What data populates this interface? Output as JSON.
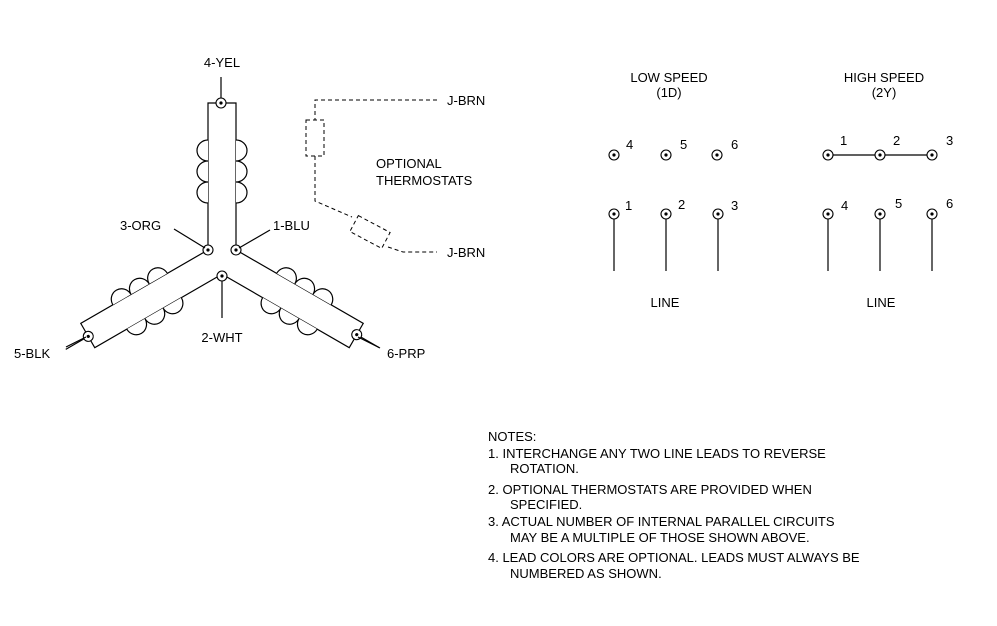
{
  "motor": {
    "leads": {
      "lead4": "4-YEL",
      "lead3": "3-ORG",
      "lead1": "1-BLU",
      "lead2": "2-WHT",
      "lead5": "5-BLK",
      "lead6": "6-PRP"
    },
    "thermostat": {
      "lead_top": "J-BRN",
      "lead_bottom": "J-BRN",
      "label_line1": "OPTIONAL",
      "label_line2": "THERMOSTATS"
    }
  },
  "low_speed": {
    "title": "LOW SPEED",
    "subtitle": "(1D)",
    "top_row": [
      "4",
      "5",
      "6"
    ],
    "bottom_row": [
      "1",
      "2",
      "3"
    ],
    "line_label": "LINE"
  },
  "high_speed": {
    "title": "HIGH SPEED",
    "subtitle": "(2Y)",
    "top_row": [
      "1",
      "2",
      "3"
    ],
    "bottom_row": [
      "4",
      "5",
      "6"
    ],
    "line_label": "LINE"
  },
  "notes": {
    "heading": "NOTES:",
    "lines": [
      "1. INTERCHANGE ANY TWO LINE LEADS TO REVERSE",
      "ROTATION.",
      "2. OPTIONAL THERMOSTATS ARE PROVIDED WHEN",
      "SPECIFIED.",
      "3. ACTUAL NUMBER OF INTERNAL PARALLEL CIRCUITS",
      "MAY BE A MULTIPLE OF THOSE SHOWN ABOVE.",
      "4. LEAD COLORS ARE OPTIONAL.  LEADS MUST ALWAYS BE",
      "NUMBERED AS SHOWN."
    ]
  }
}
